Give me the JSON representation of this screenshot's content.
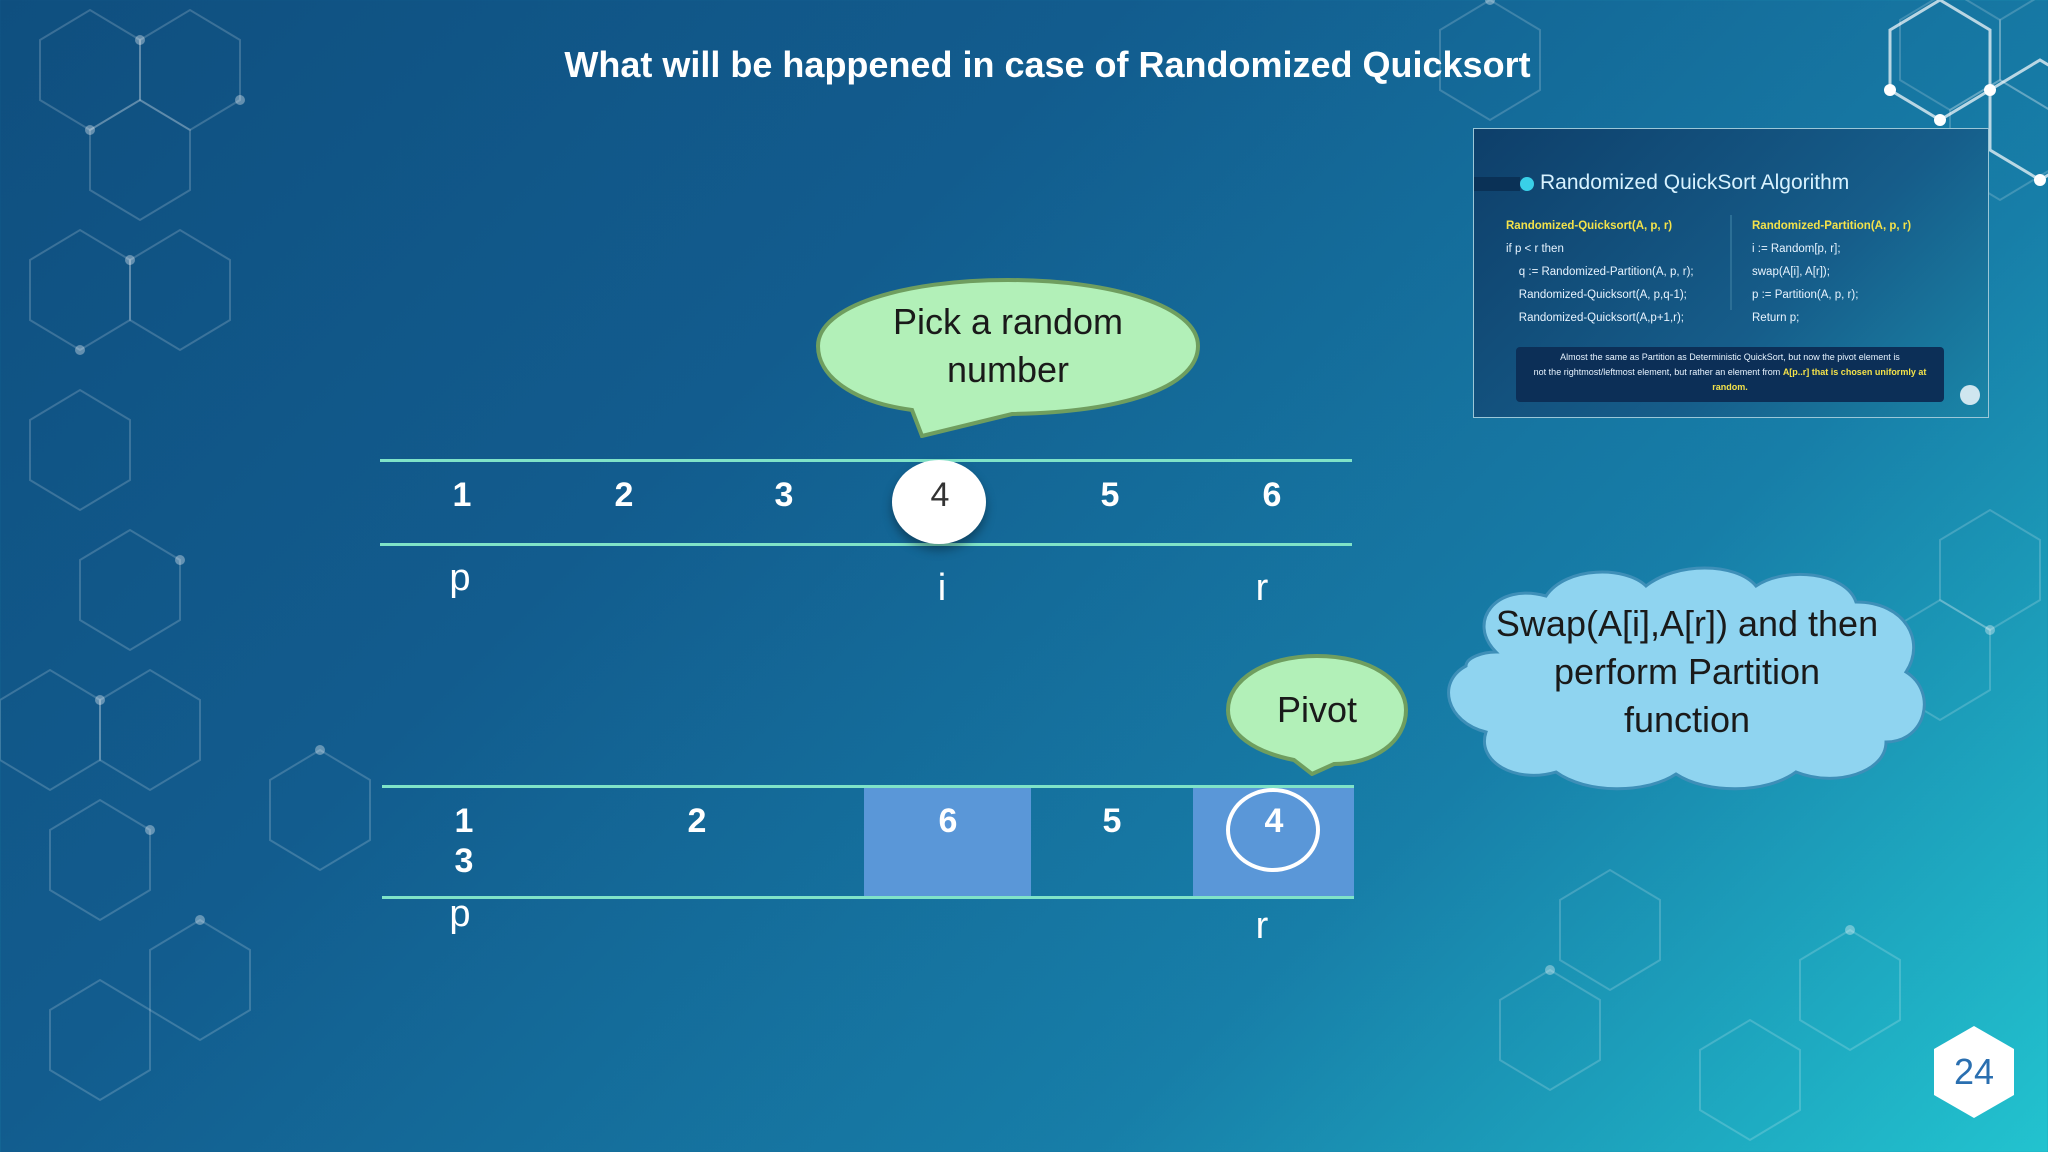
{
  "slide": {
    "title": "What will be happened in case of Randomized Quicksort",
    "page_number": "24"
  },
  "callouts": {
    "pick": "Pick a random number",
    "pivot": "Pivot",
    "swap": "Swap(A[i],A[r]) and then perform Partition function"
  },
  "array_top": {
    "cells": [
      "1",
      "2",
      "3",
      "4",
      "5",
      "6"
    ],
    "labels": {
      "p": "p",
      "i": "i",
      "r": "r"
    }
  },
  "array_bottom": {
    "cells": [
      "1\n3",
      "2",
      "6",
      "5",
      "4"
    ],
    "labels": {
      "p": "p",
      "r": "r"
    }
  },
  "thumbnail": {
    "title": "Randomized QuickSort Algorithm",
    "left_header": "Randomized-Quicksort(A, p, r)",
    "left_lines": [
      "if p < r then",
      "    q := Randomized-Partition(A, p, r);",
      "    Randomized-Quicksort(A, p,q-1);",
      "    Randomized-Quicksort(A,p+1,r);"
    ],
    "right_header": "Randomized-Partition(A, p, r)",
    "right_lines": [
      "i := Random[p, r];",
      "swap(A[i], A[r]);",
      "p := Partition(A, p, r);",
      "Return p;"
    ],
    "note_1": "Almost the same as Partition as Deterministic QuickSort, but now the pivot element is",
    "note_2": "not the rightmost/leftmost element, but rather an element from",
    "note_hl": "A[p..r] that is chosen uniformly at random."
  },
  "colors": {
    "bubble_fill": "#b2f0b8",
    "bubble_stroke": "#6f9e5f",
    "cloud_fill": "#8fd4f0",
    "highlight": "#5a97d8",
    "line": "#7fe3c8"
  }
}
